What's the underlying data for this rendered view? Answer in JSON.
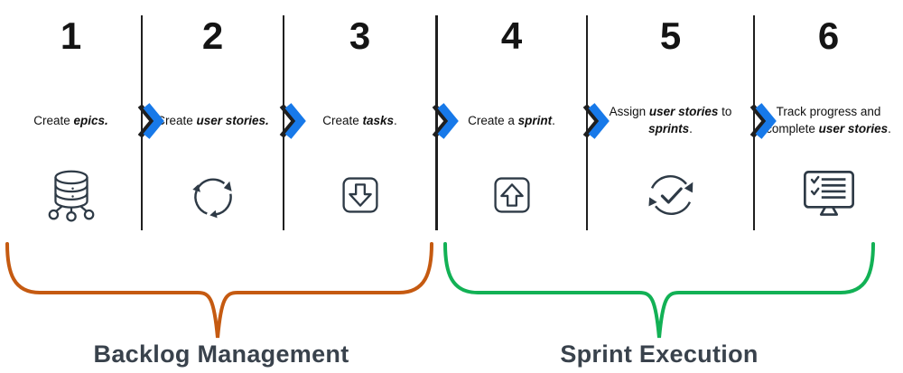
{
  "steps": [
    {
      "number": "1",
      "icon": "database-network-icon",
      "segments": [
        {
          "t": "Create ",
          "em": false
        },
        {
          "t": "epics.",
          "em": true
        }
      ]
    },
    {
      "number": "2",
      "icon": "cycle-arrows-icon",
      "segments": [
        {
          "t": "Create ",
          "em": false
        },
        {
          "t": "user stories.",
          "em": true
        }
      ]
    },
    {
      "number": "3",
      "icon": "download-box-icon",
      "segments": [
        {
          "t": "Create ",
          "em": false
        },
        {
          "t": "tasks",
          "em": true
        },
        {
          "t": ".",
          "em": false
        }
      ]
    },
    {
      "number": "4",
      "icon": "upload-box-icon",
      "segments": [
        {
          "t": "Create a ",
          "em": false
        },
        {
          "t": "sprint",
          "em": true
        },
        {
          "t": ".",
          "em": false
        }
      ]
    },
    {
      "number": "5",
      "icon": "sync-check-icon",
      "segments": [
        {
          "t": "Assign ",
          "em": false
        },
        {
          "t": "user stories",
          "em": true
        },
        {
          "t": " to ",
          "em": false
        },
        {
          "t": "sprints",
          "em": true
        },
        {
          "t": ".",
          "em": false
        }
      ]
    },
    {
      "number": "6",
      "icon": "monitor-checklist-icon",
      "segments": [
        {
          "t": "Track progress and complete ",
          "em": false
        },
        {
          "t": "user stories",
          "em": true
        },
        {
          "t": ".",
          "em": false
        }
      ]
    }
  ],
  "groups": [
    {
      "label": "Backlog Management",
      "color": "#c55a11"
    },
    {
      "label": "Sprint Execution",
      "color": "#12b155"
    }
  ],
  "colors": {
    "chevron_blue": "#1779e9",
    "divider": "#1f1f1f",
    "icon_stroke": "#2e3a46",
    "step_text": "#101010",
    "group_label_text": "#39424c"
  }
}
